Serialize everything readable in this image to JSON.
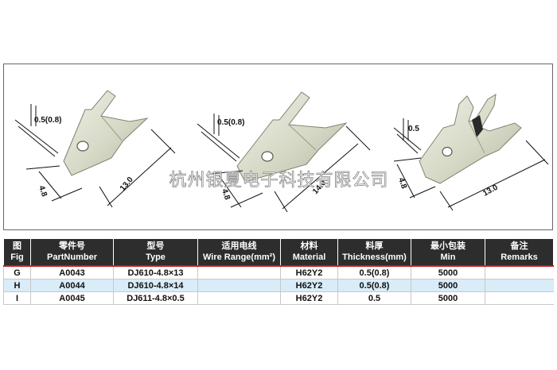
{
  "watermark": "杭州银夏电子科技有限公司",
  "figures": [
    {
      "id": "G",
      "thickness_label": "0.5(0.8)",
      "width_label": "4.8",
      "length_label": "13.0"
    },
    {
      "id": "H",
      "thickness_label": "0.5(0.8)",
      "width_label": "4.8",
      "length_label": "14.0"
    },
    {
      "id": "I",
      "thickness_label": "0.5",
      "width_label": "4.8",
      "length_label": "13.0"
    }
  ],
  "table": {
    "headers": [
      {
        "zh": "图",
        "en": "Fig"
      },
      {
        "zh": "零件号",
        "en": "PartNumber"
      },
      {
        "zh": "型号",
        "en": "Type"
      },
      {
        "zh": "适用电线",
        "en": "Wire Range(mm²)"
      },
      {
        "zh": "材料",
        "en": "Material"
      },
      {
        "zh": "料厚",
        "en": "Thickness(mm)"
      },
      {
        "zh": "最小包装",
        "en": "Min"
      },
      {
        "zh": "备注",
        "en": "Remarks"
      }
    ],
    "rows": [
      {
        "fig": "G",
        "part": "A0043",
        "type": "DJ610-4.8×13",
        "wire": "",
        "material": "H62Y2",
        "thickness": "0.5(0.8)",
        "min": "5000",
        "remarks": ""
      },
      {
        "fig": "H",
        "part": "A0044",
        "type": "DJ610-4.8×14",
        "wire": "",
        "material": "H62Y2",
        "thickness": "0.5(0.8)",
        "min": "5000",
        "remarks": ""
      },
      {
        "fig": "I",
        "part": "A0045",
        "type": "DJ611-4.8×0.5",
        "wire": "",
        "material": "H62Y2",
        "thickness": "0.5",
        "min": "5000",
        "remarks": ""
      }
    ]
  }
}
